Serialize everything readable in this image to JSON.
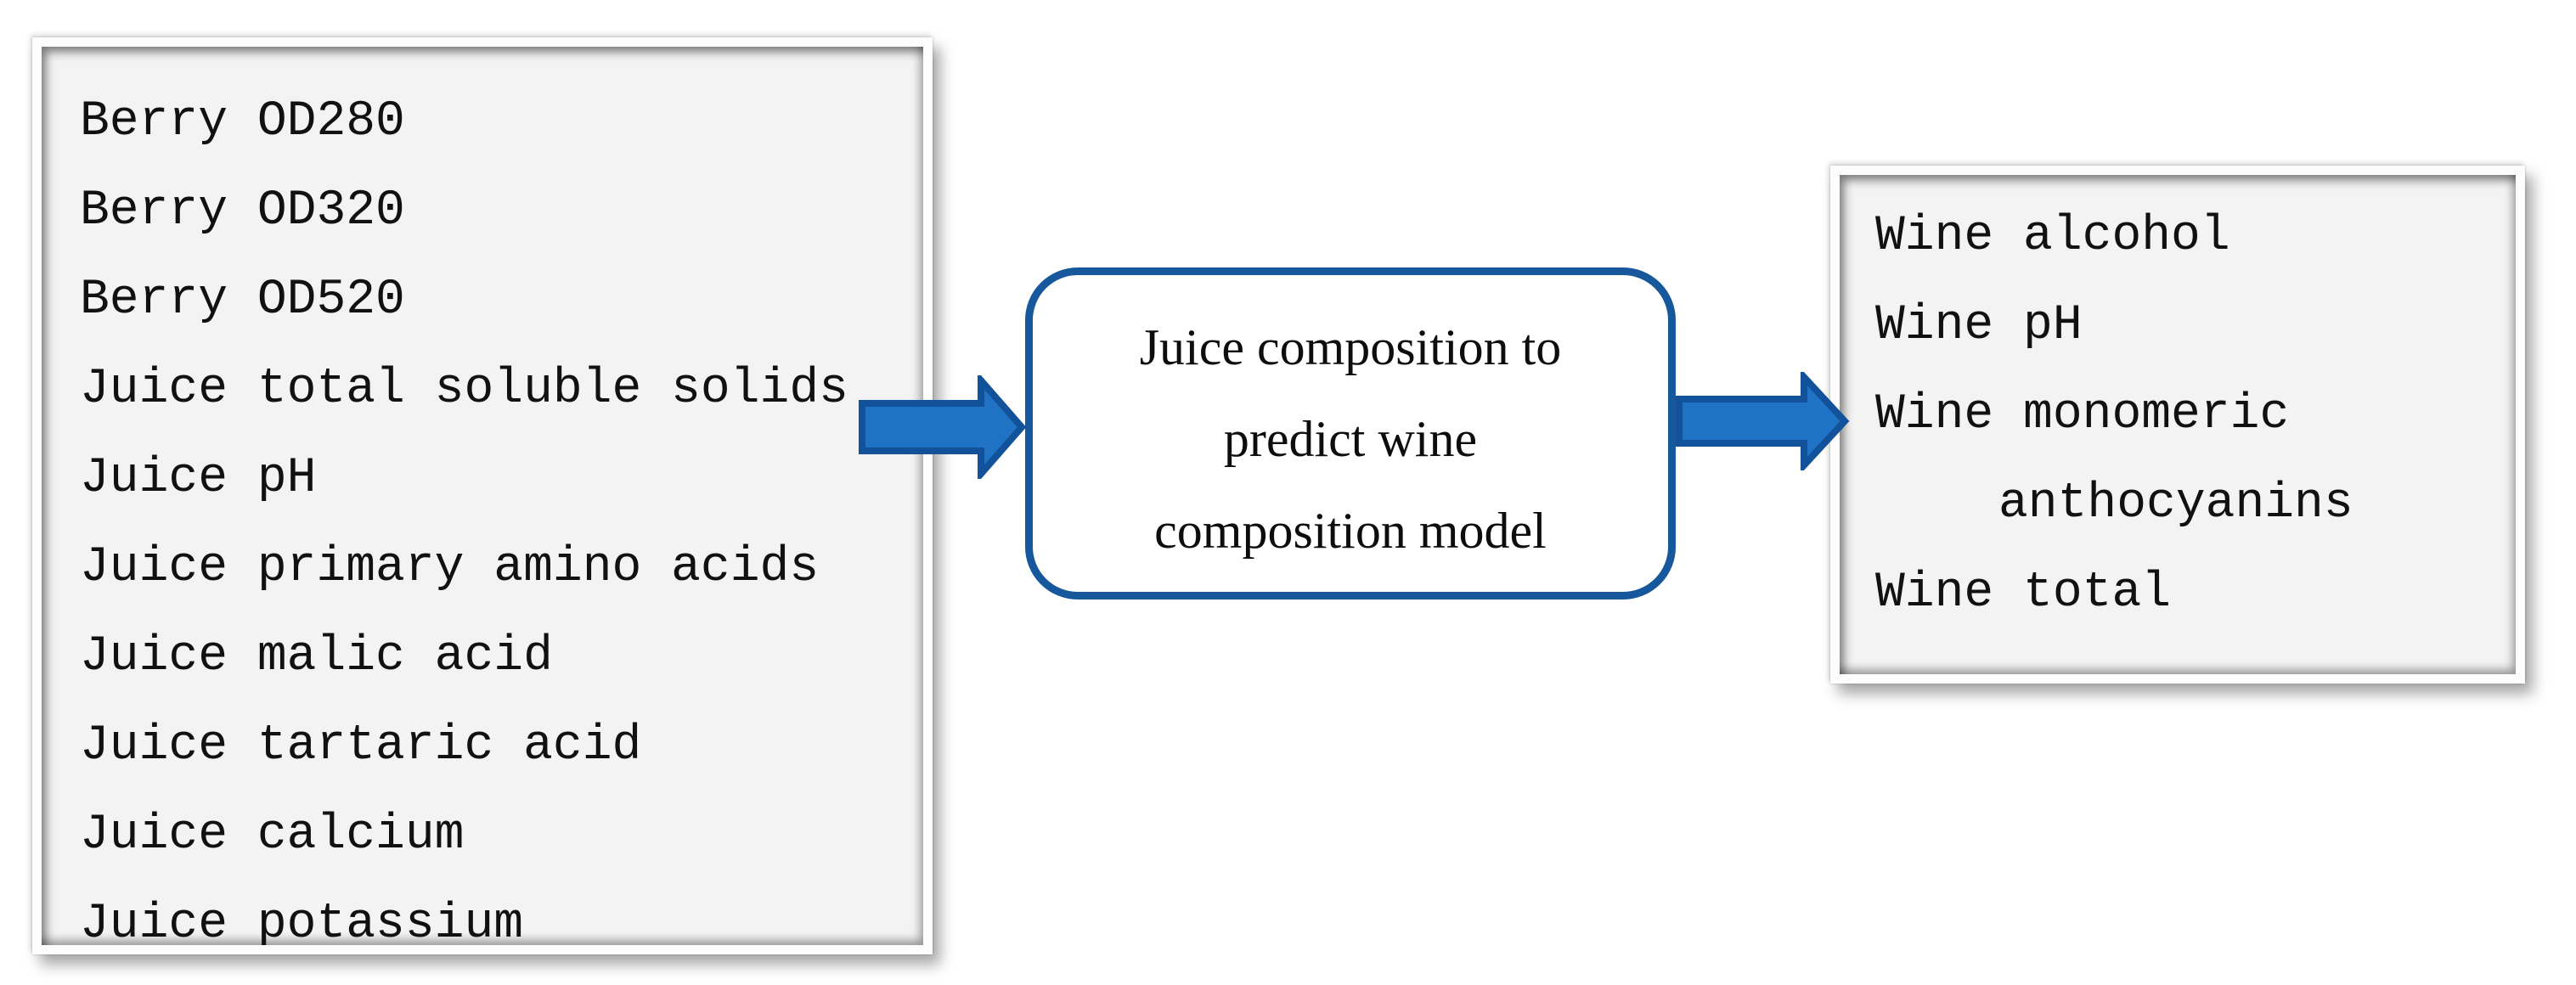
{
  "inputs_panel": {
    "items": [
      "Berry OD280",
      "Berry OD320",
      "Berry OD520",
      "Juice total soluble solids",
      "Juice pH",
      "Juice primary amino acids",
      "Juice malic acid",
      "Juice tartaric acid",
      "Juice calcium",
      "Juice potassium"
    ]
  },
  "model_box": {
    "lines": [
      "Juice composition to",
      "predict wine",
      "composition model"
    ]
  },
  "outputs_panel": {
    "lines": [
      "Wine alcohol",
      "Wine pH",
      "Wine monomeric",
      "anthocyanins",
      "Wine total"
    ]
  },
  "colors": {
    "arrow_fill": "#1F72C4",
    "arrow_outline": "#11529B",
    "model_border": "#17579C",
    "panel_bg": "#F3F3F3",
    "text_color": "#111111"
  }
}
